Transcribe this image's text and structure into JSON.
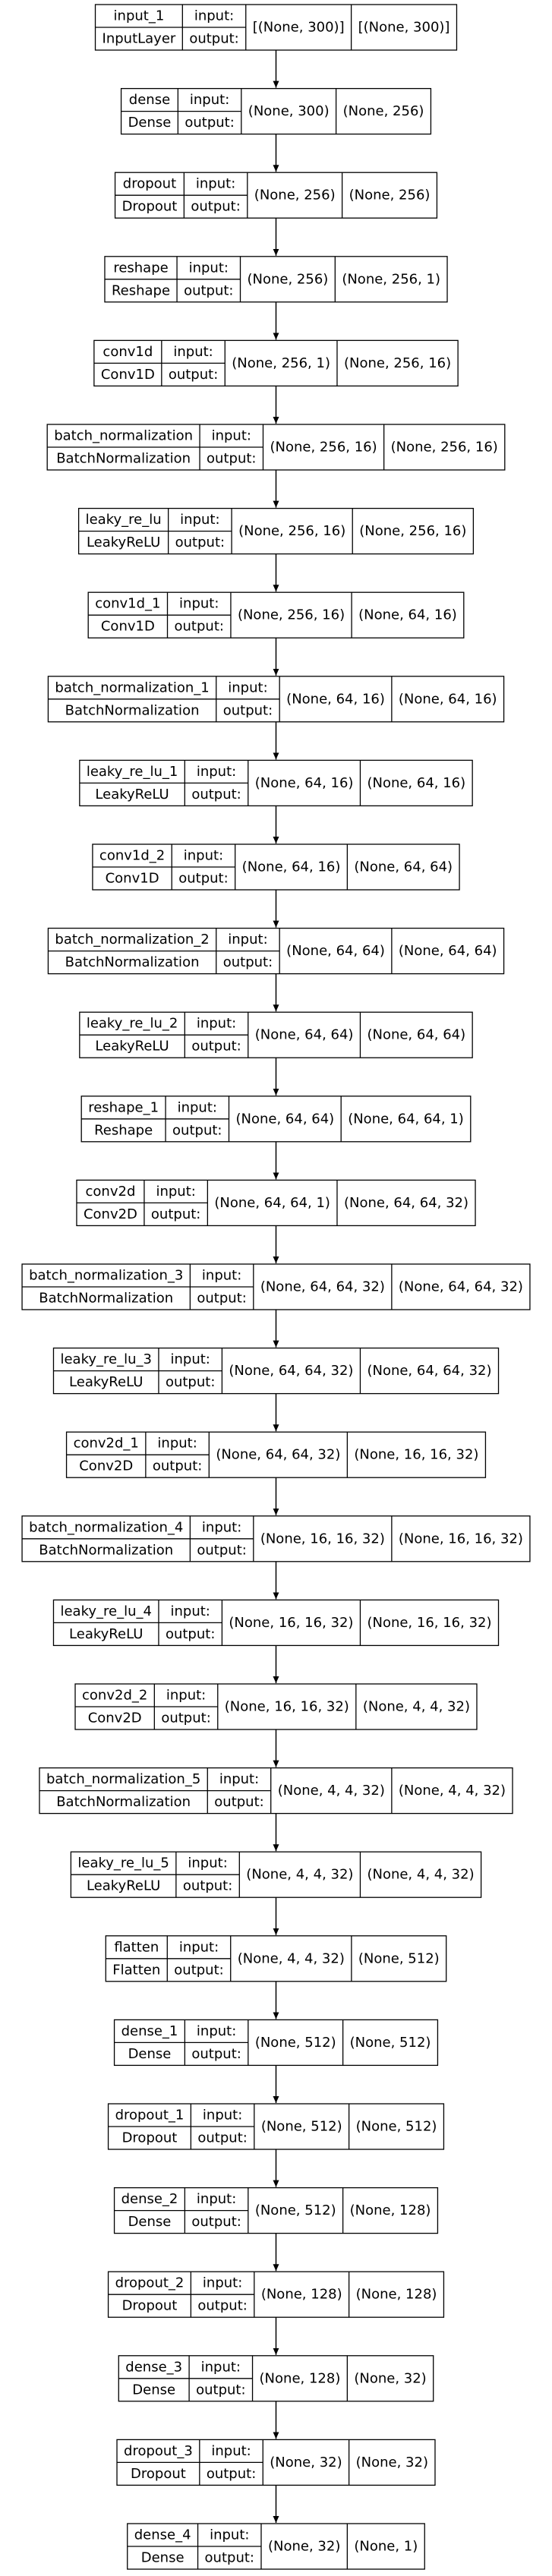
{
  "layers": [
    {
      "name": "input_1",
      "class": "InputLayer",
      "input": "[(None, 300)]",
      "output": "[(None, 300)]"
    },
    {
      "name": "dense",
      "class": "Dense",
      "input": "(None, 300)",
      "output": "(None, 256)"
    },
    {
      "name": "dropout",
      "class": "Dropout",
      "input": "(None, 256)",
      "output": "(None, 256)"
    },
    {
      "name": "reshape",
      "class": "Reshape",
      "input": "(None, 256)",
      "output": "(None, 256, 1)"
    },
    {
      "name": "conv1d",
      "class": "Conv1D",
      "input": "(None, 256, 1)",
      "output": "(None, 256, 16)"
    },
    {
      "name": "batch_normalization",
      "class": "BatchNormalization",
      "input": "(None, 256, 16)",
      "output": "(None, 256, 16)"
    },
    {
      "name": "leaky_re_lu",
      "class": "LeakyReLU",
      "input": "(None, 256, 16)",
      "output": "(None, 256, 16)"
    },
    {
      "name": "conv1d_1",
      "class": "Conv1D",
      "input": "(None, 256, 16)",
      "output": "(None, 64, 16)"
    },
    {
      "name": "batch_normalization_1",
      "class": "BatchNormalization",
      "input": "(None, 64, 16)",
      "output": "(None, 64, 16)"
    },
    {
      "name": "leaky_re_lu_1",
      "class": "LeakyReLU",
      "input": "(None, 64, 16)",
      "output": "(None, 64, 16)"
    },
    {
      "name": "conv1d_2",
      "class": "Conv1D",
      "input": "(None, 64, 16)",
      "output": "(None, 64, 64)"
    },
    {
      "name": "batch_normalization_2",
      "class": "BatchNormalization",
      "input": "(None, 64, 64)",
      "output": "(None, 64, 64)"
    },
    {
      "name": "leaky_re_lu_2",
      "class": "LeakyReLU",
      "input": "(None, 64, 64)",
      "output": "(None, 64, 64)"
    },
    {
      "name": "reshape_1",
      "class": "Reshape",
      "input": "(None, 64, 64)",
      "output": "(None, 64, 64, 1)"
    },
    {
      "name": "conv2d",
      "class": "Conv2D",
      "input": "(None, 64, 64, 1)",
      "output": "(None, 64, 64, 32)"
    },
    {
      "name": "batch_normalization_3",
      "class": "BatchNormalization",
      "input": "(None, 64, 64, 32)",
      "output": "(None, 64, 64, 32)"
    },
    {
      "name": "leaky_re_lu_3",
      "class": "LeakyReLU",
      "input": "(None, 64, 64, 32)",
      "output": "(None, 64, 64, 32)"
    },
    {
      "name": "conv2d_1",
      "class": "Conv2D",
      "input": "(None, 64, 64, 32)",
      "output": "(None, 16, 16, 32)"
    },
    {
      "name": "batch_normalization_4",
      "class": "BatchNormalization",
      "input": "(None, 16, 16, 32)",
      "output": "(None, 16, 16, 32)"
    },
    {
      "name": "leaky_re_lu_4",
      "class": "LeakyReLU",
      "input": "(None, 16, 16, 32)",
      "output": "(None, 16, 16, 32)"
    },
    {
      "name": "conv2d_2",
      "class": "Conv2D",
      "input": "(None, 16, 16, 32)",
      "output": "(None, 4, 4, 32)"
    },
    {
      "name": "batch_normalization_5",
      "class": "BatchNormalization",
      "input": "(None, 4, 4, 32)",
      "output": "(None, 4, 4, 32)"
    },
    {
      "name": "leaky_re_lu_5",
      "class": "LeakyReLU",
      "input": "(None, 4, 4, 32)",
      "output": "(None, 4, 4, 32)"
    },
    {
      "name": "flatten",
      "class": "Flatten",
      "input": "(None, 4, 4, 32)",
      "output": "(None, 512)"
    },
    {
      "name": "dense_1",
      "class": "Dense",
      "input": "(None, 512)",
      "output": "(None, 512)"
    },
    {
      "name": "dropout_1",
      "class": "Dropout",
      "input": "(None, 512)",
      "output": "(None, 512)"
    },
    {
      "name": "dense_2",
      "class": "Dense",
      "input": "(None, 512)",
      "output": "(None, 128)"
    },
    {
      "name": "dropout_2",
      "class": "Dropout",
      "input": "(None, 128)",
      "output": "(None, 128)"
    },
    {
      "name": "dense_3",
      "class": "Dense",
      "input": "(None, 128)",
      "output": "(None, 32)"
    },
    {
      "name": "dropout_3",
      "class": "Dropout",
      "input": "(None, 32)",
      "output": "(None, 32)"
    },
    {
      "name": "dense_4",
      "class": "Dense",
      "input": "(None, 32)",
      "output": "(None, 1)"
    }
  ],
  "port_labels": {
    "input": "input:",
    "output": "output:"
  }
}
